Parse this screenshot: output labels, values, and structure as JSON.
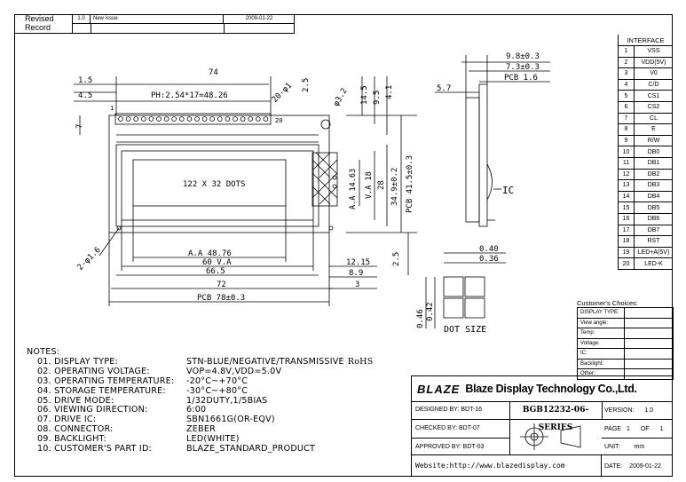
{
  "revision": {
    "label_line1": "Revised",
    "label_line2": "Record",
    "rev_no": "1.0",
    "desc": "New issue",
    "date": "2009-01-22"
  },
  "dims": {
    "w74": "74",
    "w1_5": "1.5",
    "w4_5": "4.5",
    "pitch": "PH:2.54*17=48.26",
    "pin_hole": "20-φ1",
    "w2_5a": "2.5",
    "hole_d": "φ3.2",
    "h14_5": "14.5",
    "h9_5": "9.5",
    "h4_1": "4.1",
    "h7": "7",
    "pin1": "1",
    "pin20": "20",
    "h14_63": "A.A 14.63",
    "h18": "V.A 18",
    "h28": "28",
    "h34_9": "34.9±0.2",
    "h41_5": "PCB 41.5±0.3",
    "h2_5b": "2.5",
    "mount_hole": "2-φ1.6",
    "aa48": "A.A 48.76",
    "va60": "60 V.A",
    "w66_5": "66.5",
    "w72": "72",
    "pcb78": "PCB 78±0.3",
    "w12_15": "12.15",
    "w8_9": "8.9",
    "w3": "3",
    "side9_8": "9.8±0.3",
    "side7_3": "7.3±0.3",
    "pcb1_6": "PCB 1.6",
    "side5_7": "5.7",
    "ic": "IC",
    "dot040": "0.40",
    "dot036": "0.36",
    "dot046": "0.46",
    "dot042": "0.42",
    "dot_size": "DOT SIZE",
    "lcd_text": "122 X 32 DOTS"
  },
  "interface": {
    "title": "INTERFACE",
    "pins": [
      {
        "n": "1",
        "s": "VSS"
      },
      {
        "n": "2",
        "s": "VDD(5V)"
      },
      {
        "n": "3",
        "s": "V0"
      },
      {
        "n": "4",
        "s": "C/D"
      },
      {
        "n": "5",
        "s": "CS1"
      },
      {
        "n": "6",
        "s": "CS2"
      },
      {
        "n": "7",
        "s": "CL"
      },
      {
        "n": "8",
        "s": "E"
      },
      {
        "n": "9",
        "s": "R/W"
      },
      {
        "n": "10",
        "s": "DB0"
      },
      {
        "n": "11",
        "s": "DB1"
      },
      {
        "n": "12",
        "s": "DB2"
      },
      {
        "n": "13",
        "s": "DB3"
      },
      {
        "n": "14",
        "s": "DB4"
      },
      {
        "n": "15",
        "s": "DB5"
      },
      {
        "n": "16",
        "s": "DB6"
      },
      {
        "n": "17",
        "s": "DB7"
      },
      {
        "n": "18",
        "s": "RST"
      },
      {
        "n": "19",
        "s": "LED+A(5V)"
      },
      {
        "n": "20",
        "s": "LED-K"
      }
    ]
  },
  "notes": {
    "title": "NOTES:",
    "items": [
      {
        "k": "01. DISPLAY TYPE:",
        "v": "STN-BLUE/NEGATIVE/TRANSMISSIVE",
        "x": "RoHS"
      },
      {
        "k": "02. OPERATING VOLTAGE:",
        "v": "VOP=4.8V,VDD=5.0V",
        "x": ""
      },
      {
        "k": "03. OPERATING TEMPERATURE:",
        "v": "-20°C~+70°C",
        "x": ""
      },
      {
        "k": "04. STORAGE TEMPERATURE:",
        "v": "-30°C~+80°C",
        "x": ""
      },
      {
        "k": "05. DRIVE MODE:",
        "v": "1/32DUTY,1/5BIAS",
        "x": ""
      },
      {
        "k": "06. VIEWING DIRECTION:",
        "v": "6:00",
        "x": ""
      },
      {
        "k": "07. DRIVE IC:",
        "v": "SBN1661G(OR-EQV)",
        "x": ""
      },
      {
        "k": "08. CONNECTOR:",
        "v": "ZEBER",
        "x": ""
      },
      {
        "k": "09. BACKLIGHT:",
        "v": "LED(WHITE)",
        "x": ""
      },
      {
        "k": "10. CUSTOMER'S PART ID:",
        "v": "BLAZE_STANDARD_PRODUCT",
        "x": ""
      }
    ]
  },
  "customer": {
    "title": "Customer's Choices:",
    "rows": [
      "DISPLAY TYPE:",
      "View angle:",
      "Temp:",
      "Voltage:",
      "IC:",
      "Backlight:",
      "Other:"
    ]
  },
  "titleblock": {
    "logo": "BLAZE",
    "company": "Blaze Display Technology Co.,Ltd.",
    "designed": "DESIGNED BY: BDT-16",
    "checked": "CHECKED BY: BDT-07",
    "approved": "APPROVED BY: BDT-03",
    "part": "BGB12232-06-SERIES",
    "version_k": "VERSION:",
    "version_v": "1.0",
    "page_k": "PAGE",
    "page_v": "1",
    "of_k": "OF",
    "of_v": "1",
    "unit_k": "UNIT:",
    "unit_v": "mm",
    "date_k": "DATE:",
    "date_v": "2009-01-22",
    "website": "Website:http://www.blazedisplay.com"
  }
}
